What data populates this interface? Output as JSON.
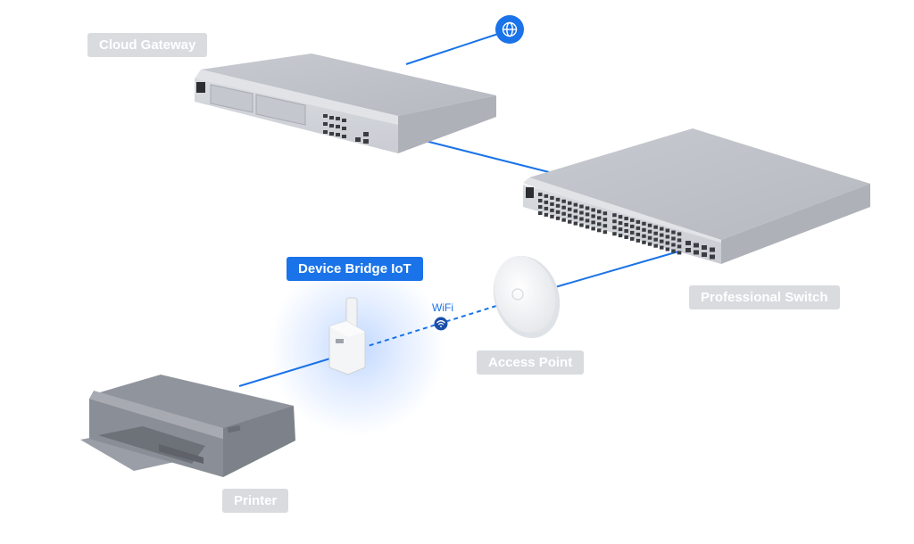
{
  "labels": {
    "cloud_gateway": "Cloud Gateway",
    "professional_switch": "Professional Switch",
    "device_bridge": "Device Bridge IoT",
    "access_point": "Access Point",
    "printer": "Printer",
    "wifi": "WiFi"
  },
  "colors": {
    "link": "#1a73e8",
    "label_gray": "#d9dbdf",
    "label_blue": "#1a73e8"
  },
  "icons": [
    "globe-icon",
    "wifi-icon"
  ]
}
